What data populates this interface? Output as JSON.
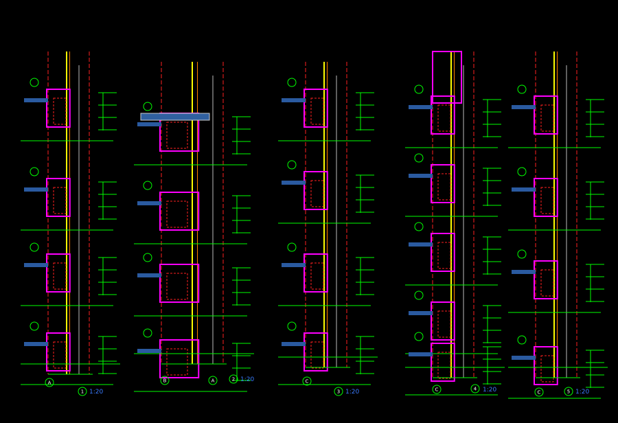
{
  "drawing": {
    "sections": [
      {
        "id": "1",
        "scale": "1:20",
        "axes": [
          "A"
        ]
      },
      {
        "id": "2",
        "scale": "1:20",
        "axes": [
          "B",
          "A"
        ]
      },
      {
        "id": "3",
        "scale": "1:20",
        "axes": [
          "C"
        ]
      },
      {
        "id": "4",
        "scale": "1:20",
        "axes": [
          "C"
        ]
      },
      {
        "id": "5",
        "scale": "1:20",
        "axes": [
          "C"
        ]
      }
    ],
    "colors": {
      "background": "#000000",
      "dimension": "#00ff00",
      "wall": "#ff00ff",
      "glass": "#ffff00",
      "axis": "#ff2020",
      "text": "#ffffff",
      "scale": "#3a7bff"
    }
  }
}
